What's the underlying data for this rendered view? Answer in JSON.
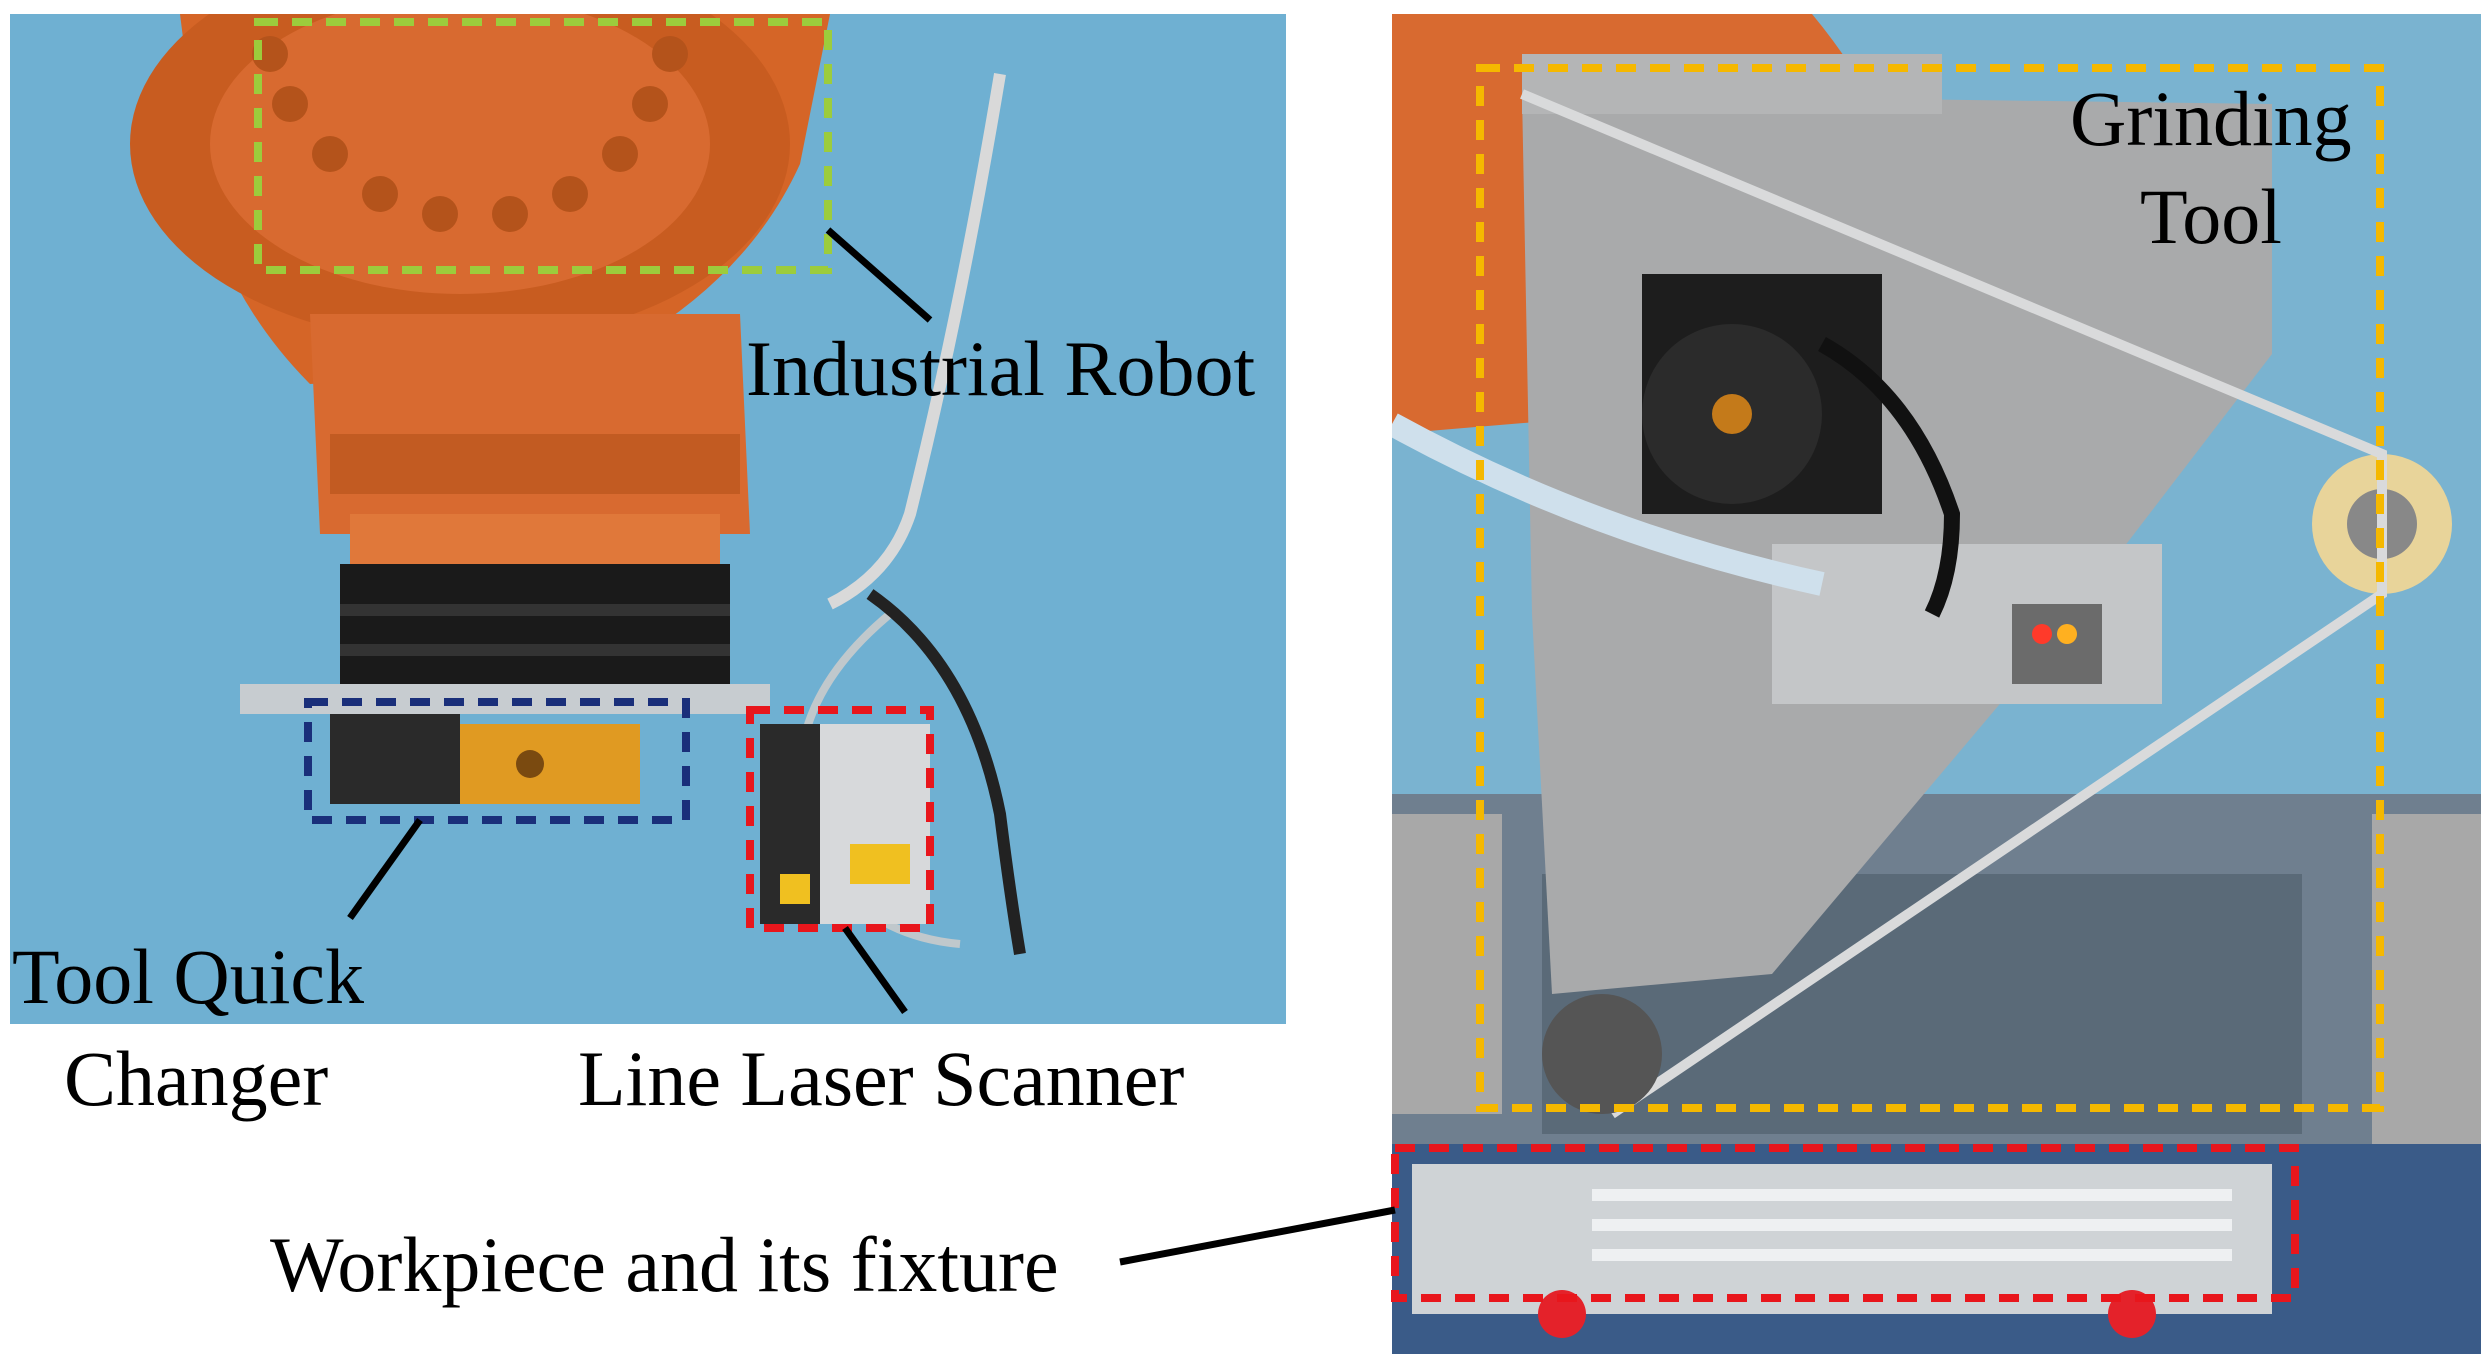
{
  "labels": {
    "industrial_robot": "Industrial Robot",
    "tool_quick_changer_line1": "Tool Quick",
    "tool_quick_changer_line2": "Changer",
    "line_laser_scanner": "Line Laser Scanner",
    "grinding_tool_line1": "Grinding",
    "grinding_tool_line2": "Tool",
    "workpiece_fixture": "Workpiece and its fixture"
  },
  "colors": {
    "background_blue": "#6fb0d2",
    "robot_orange": "#d86a30",
    "box_green": "#9ccc3c",
    "box_navy": "#1a2f7a",
    "box_red": "#e8161c",
    "box_yellow": "#f5b800",
    "machine_gray": "#9a9a9a"
  }
}
